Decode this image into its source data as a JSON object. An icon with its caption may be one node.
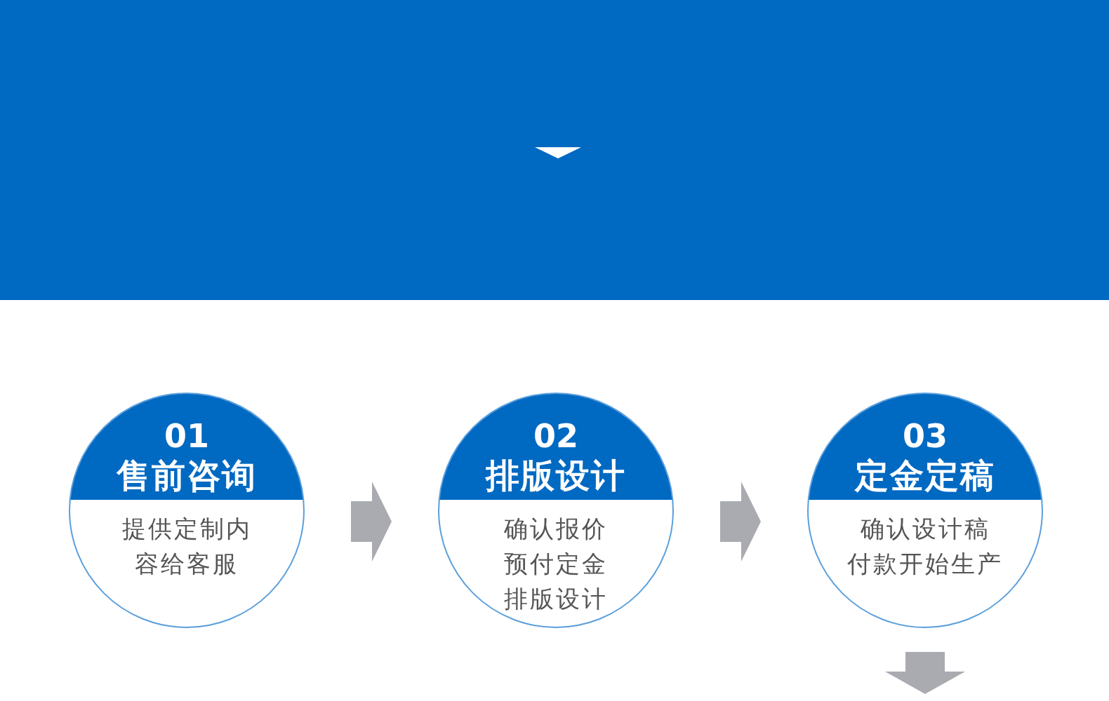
{
  "diagram": {
    "nodes": [
      {
        "text": [
          "01",
          "售前咨询",
          "提供定制内容给客服"
        ]
      },
      {
        "text": [
          "02",
          "排版设计",
          "确认报价",
          "预付定金",
          "排版设计"
        ]
      },
      {
        "text": [
          "03",
          "定金定稿",
          "确认设计稿",
          "付款开始生产"
        ]
      }
    ],
    "edges": [
      {
        "from": 0,
        "to": 1,
        "arrow": "to"
      },
      {
        "from": 1,
        "to": 2,
        "arrow": "to"
      },
      {
        "from": 2,
        "to": null,
        "arrow": "to"
      }
    ]
  }
}
